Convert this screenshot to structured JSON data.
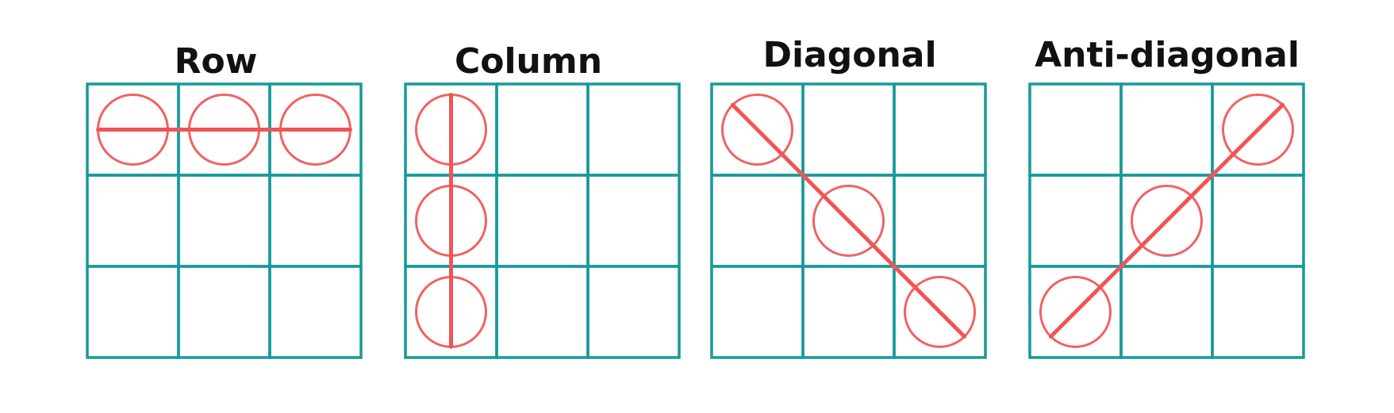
{
  "colors": {
    "grid": "#16999a",
    "mark": "#f06262",
    "line": "#f05555",
    "title": "#111111",
    "background": "#ffffff"
  },
  "panels": [
    {
      "id": "row",
      "title": "Row",
      "marks": [
        [
          0,
          0
        ],
        [
          0,
          1
        ],
        [
          0,
          2
        ]
      ]
    },
    {
      "id": "column",
      "title": "Column",
      "marks": [
        [
          0,
          0
        ],
        [
          1,
          0
        ],
        [
          2,
          0
        ]
      ]
    },
    {
      "id": "diagonal",
      "title": "Diagonal",
      "marks": [
        [
          0,
          0
        ],
        [
          1,
          1
        ],
        [
          2,
          2
        ]
      ]
    },
    {
      "id": "anti-diagonal",
      "title": "Anti-diagonal",
      "marks": [
        [
          0,
          2
        ],
        [
          1,
          1
        ],
        [
          2,
          0
        ]
      ]
    }
  ]
}
